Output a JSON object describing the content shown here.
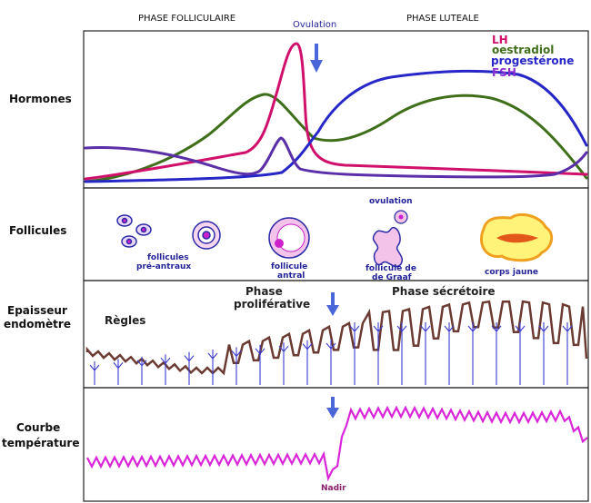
{
  "headers": {
    "follicular": "PHASE FOLLICULAIRE",
    "ovulation": "Ovulation",
    "luteal": "PHASE LUTEALE"
  },
  "rows": {
    "hormones": "Hormones",
    "follicles": "Follicules",
    "endometrium_1": "Epaisseur",
    "endometrium_2": "endomètre",
    "temperature_1": "Courbe",
    "temperature_2": "température"
  },
  "legend": [
    {
      "label": "LH",
      "color": "#d0106a"
    },
    {
      "label": "oestradiol",
      "color": "#3f6f1a"
    },
    {
      "label": "progestérone",
      "color": "#2727c8"
    },
    {
      "label": "FSH",
      "color": "#8a2fd0"
    }
  ],
  "follicles": {
    "preantral_1": "follicules",
    "preantral_2": "pré-antraux",
    "antral_1": "follicule",
    "antral_2": "antral",
    "ovulation": "ovulation",
    "graaf_1": "follicule de",
    "graaf_2": "de Graaf",
    "corpus": "corps jaune"
  },
  "endometrium": {
    "regles": "Règles",
    "prolif_1": "Phase",
    "prolif_2": "proliférative",
    "secretoire": "Phase sécrétoire"
  },
  "temperature": {
    "nadir": "Nadir"
  }
}
